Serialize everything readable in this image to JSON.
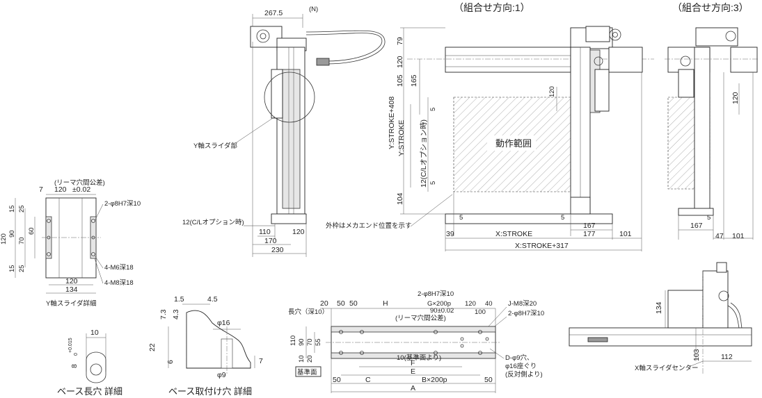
{
  "titles": {
    "combo1": "（組合せ方向:1）",
    "combo3": "（組合せ方向:3）"
  },
  "side_view": {
    "n_label": "(N)",
    "w267": "267.5",
    "y_slider_part": "Y軸スライダ部",
    "cl_option": "12(C/Lオプション時)",
    "d110": "110",
    "d120": "120",
    "d170": "170",
    "d230": "230"
  },
  "front_view": {
    "v79": "79",
    "v120": "120",
    "v105": "105",
    "v165": "165",
    "v5a": "5",
    "v5b": "5",
    "v104": "104",
    "v120r": "120",
    "y_stroke_408": "Y:STROKE+408",
    "y_stroke": "Y:STROKE",
    "cl_option_v": "12(C/Lオプション時)",
    "motion_range": "動作範囲",
    "outer_frame_note": "外枠はメカエンド位置を示す",
    "h5l": "5",
    "h5r": "5",
    "d39": "39",
    "x_stroke": "X:STROKE",
    "d167": "167",
    "d177": "177",
    "d101": "101",
    "x_stroke_317": "X:STROKE+317"
  },
  "combo3_view": {
    "v120": "120",
    "h5": "5",
    "d167": "167",
    "d47": "47",
    "d101": "101"
  },
  "y_slider_detail": {
    "reamer_pitch": "(リーマ穴間公差)",
    "w120": "120",
    "tol": "±0.02",
    "d7": "7",
    "h2phi8": "2-φ8H7深10",
    "m6": "4-M6深18",
    "m8": "4-M8深18",
    "v15a": "15",
    "v25a": "25",
    "v90": "90",
    "v60": "60",
    "v120": "120",
    "v70": "70",
    "v15b": "15",
    "v25b": "25",
    "b120": "120",
    "b134": "134",
    "caption": "Y軸スライダ詳細"
  },
  "slot_detail": {
    "w10": "10",
    "h8": "8",
    "tol_up": "+0.015",
    "tol_dn": "0",
    "caption": "ベース長穴 詳細"
  },
  "mount_detail": {
    "d15": "1.5",
    "d45": "4.5",
    "d73": "7.3",
    "d43": "4.3",
    "d22": "22",
    "d6": "6",
    "phi16": "φ16",
    "phi9": "φ9",
    "d7": "7",
    "caption": "ベース取付け穴 詳細"
  },
  "base_view": {
    "d20": "20",
    "d50a": "50",
    "d50b": "50",
    "H": "H",
    "slot": "長穴（深10）",
    "phi8": "2-φ8H7深10",
    "G": "G×200p",
    "d120": "120",
    "d40": "40",
    "d90tol": "90±0.02",
    "d100": "100",
    "reamer": "(リーマ穴間公差)",
    "jm8": "J-M8深20",
    "phi8b": "2-φ8H7深10",
    "v110": "110",
    "v90": "90",
    "v70": "70",
    "v55": "55",
    "v10": "10",
    "v20": "20",
    "ref10": "10(基準面より)",
    "F": "F",
    "E": "E",
    "base_face": "基準面",
    "C": "C",
    "Bp": "B×200p",
    "b50a": "50",
    "b50b": "50",
    "A": "A",
    "D": "D-φ9穴、",
    "spot": "φ16座ぐり",
    "opp": "(反対側より)"
  },
  "x_slider_view": {
    "v134": "134",
    "v103": "103",
    "d112": "112",
    "caption": "X軸スライダセンター"
  }
}
